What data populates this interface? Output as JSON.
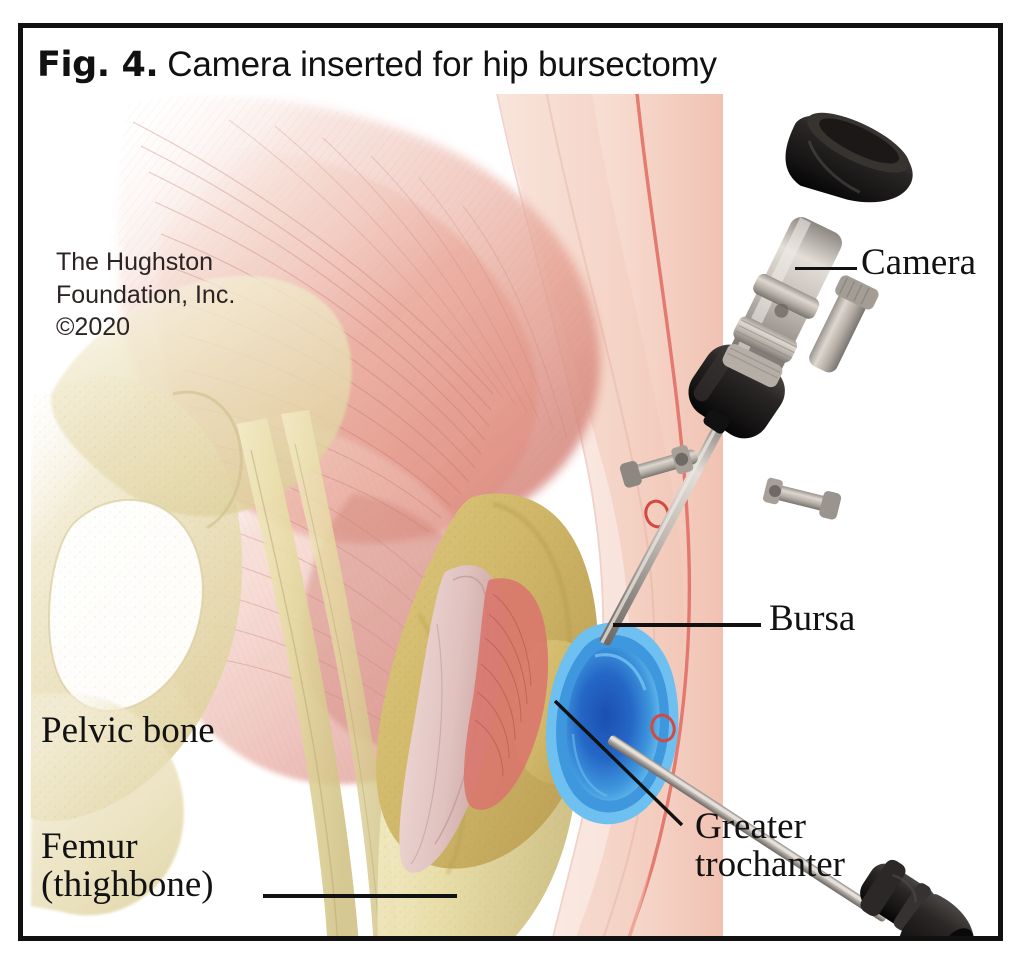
{
  "figure": {
    "number": "Fig. 4.",
    "caption": "Camera inserted for hip bursectomy",
    "credit_lines": [
      "The Hughston",
      "Foundation, Inc.",
      "©2020"
    ],
    "credit_text": "The Hughston Foundation, Inc. ©2020"
  },
  "labels": {
    "camera": "Camera",
    "bursa": "Bursa",
    "greater_trochanter_line1": "Greater",
    "greater_trochanter_line2": "trochanter",
    "pelvic_bone": "Pelvic bone",
    "femur_line1": "Femur",
    "femur_line2": "(thighbone)"
  },
  "colors": {
    "frame": "#111111",
    "text": "#121212",
    "skin_outer": "#f2c3b4",
    "skin_mid": "#f7ddd2",
    "skin_inner": "#f3cfc3",
    "skin_edge": "#e8897f",
    "muscle_pink": "#e8a295",
    "muscle_deep": "#d9746c",
    "muscle_pale": "#f4d8d0",
    "bone_pelvis": "#ece3c4",
    "bone_femur": "#e3d9a8",
    "trochanter": "#d8c57e",
    "trochanter_dark": "#c4ac5e",
    "tendon": "#e7c9c6",
    "bursa_outline": "#4aa8e0",
    "bursa_fill": "#1f63c4",
    "bursa_mid": "#2f86d6",
    "scope_metal": "#b9b3ad",
    "scope_metal_light": "#ddd8d2",
    "scope_black": "#201d1c",
    "portal_red": "#d4493f"
  },
  "instruments": [
    {
      "name": "arthroscope-camera",
      "label": "Camera",
      "position": "upper-right"
    },
    {
      "name": "cannula-handle",
      "label": "",
      "position": "lower-right"
    }
  ],
  "anatomy": [
    {
      "name": "pelvic-bone",
      "label": "Pelvic bone"
    },
    {
      "name": "femur",
      "label": "Femur (thighbone)"
    },
    {
      "name": "greater-trochanter",
      "label": "Greater trochanter"
    },
    {
      "name": "trochanteric-bursa",
      "label": "Bursa"
    },
    {
      "name": "gluteal-muscles",
      "label": ""
    },
    {
      "name": "skin-layers",
      "label": ""
    }
  ]
}
